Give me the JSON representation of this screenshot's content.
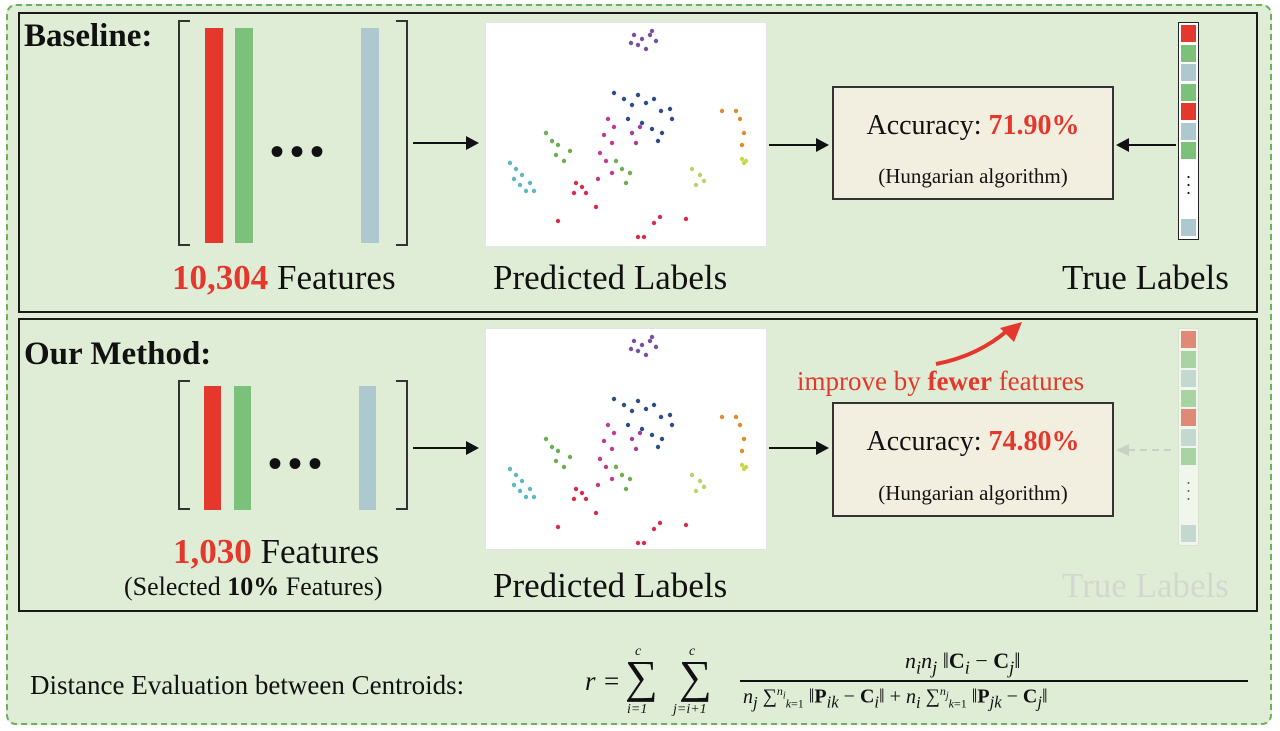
{
  "baseline": {
    "heading": "Baseline:",
    "feature_count": "10,304",
    "feature_suffix": " Features",
    "predicted_caption": "Predicted Labels",
    "true_caption": "True Labels",
    "accuracy_label": "Accuracy: ",
    "accuracy_value": "71.90%",
    "algorithm_note": "(Hungarian algorithm)"
  },
  "ours": {
    "heading": "Our Method:",
    "feature_count": "1,030",
    "feature_suffix": " Features",
    "selected_prefix": "(Selected ",
    "selected_pct": "10%",
    "selected_suffix": " Features)",
    "predicted_caption": "Predicted Labels",
    "true_caption": "True Labels",
    "accuracy_label": "Accuracy: ",
    "accuracy_value": "74.80%",
    "algorithm_note": "(Hungarian algorithm)"
  },
  "annotation": {
    "improve_prefix": "improve by ",
    "improve_bold": "fewer",
    "improve_suffix": " features"
  },
  "formula": {
    "label": "Distance Evaluation between Centroids:",
    "expression": "r = Σ_{i=1}^{c} Σ_{j=i+1}^{c} n_i n_j ‖C_i − C_j‖ / ( n_j Σ_{k=1}^{n_i} ‖P_ik − C_i‖ + n_i Σ_{k=1}^{n_j} ‖P_jk − C_j‖ )"
  },
  "colors": {
    "red": "#e3382b",
    "green": "#7bc17a",
    "blue_gray": "#aec8d0",
    "background": "#e0edd6",
    "box": "#f2eee0"
  },
  "true_label_cells": [
    "#e3382b",
    "#7bc17a",
    "#aec8d0",
    "#7bc17a",
    "#e3382b",
    "#aec8d0",
    "#7bc17a"
  ],
  "true_label_last": "#aec8d0"
}
